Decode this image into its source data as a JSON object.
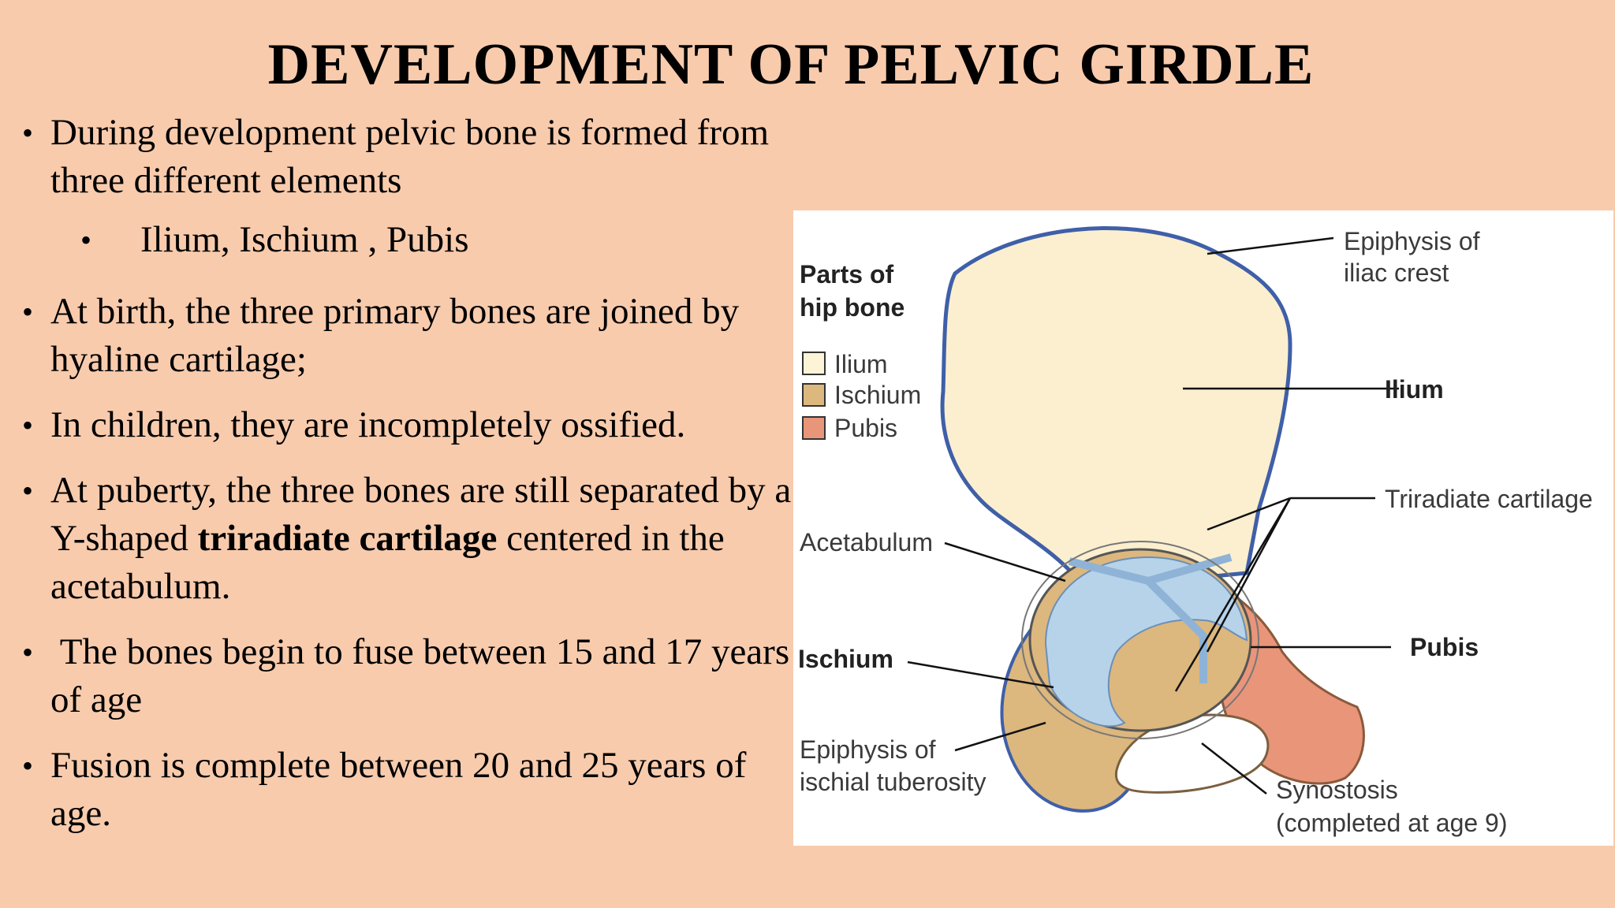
{
  "slide": {
    "title": "DEVELOPMENT OF PELVIC GIRDLE",
    "bullets": [
      {
        "text": "During development pelvic bone is formed from three different elements",
        "level": 1
      },
      {
        "text": "Ilium, Ischium , Pubis",
        "level": 2
      },
      {
        "text": "At birth, the three primary bones are joined by hyaline cartilage;",
        "level": 1
      },
      {
        "text": "In children, they are incompletely ossified.",
        "level": 1
      },
      {
        "pre": "At puberty, the three bones are still separated by a Y-shaped ",
        "bold": "triradiate cartilage",
        "post": " centered in the acetabulum.",
        "level": 1
      },
      {
        "text": " The bones begin to fuse between 15 and 17 years of age",
        "level": 1
      },
      {
        "text": "Fusion is complete between 20 and 25 years of age.",
        "level": 1
      }
    ]
  },
  "figure": {
    "legend_title_1": "Parts of",
    "legend_title_2": "hip bone",
    "legend_items": [
      {
        "label": "Ilium",
        "color": "#fdf3d6"
      },
      {
        "label": "Ischium",
        "color": "#dcb77e"
      },
      {
        "label": "Pubis",
        "color": "#e9957a"
      }
    ],
    "labels": {
      "epiphysis_iliac_1": "Epiphysis of",
      "epiphysis_iliac_2": "iliac crest",
      "ilium": "Ilium",
      "triradiate": "Triradiate cartilage",
      "acetabulum": "Acetabulum",
      "ischium": "Ischium",
      "pubis": "Pubis",
      "epiphysis_ischial_1": "Epiphysis of",
      "epiphysis_ischial_2": "ischial tuberosity",
      "synostosis_1": "Synostosis",
      "synostosis_2": "(completed at age 9)"
    },
    "colors": {
      "ilium": "#fbefcf",
      "ischium": "#dcb77e",
      "pubis": "#e9957a",
      "cartilage": "#b7d3ea",
      "outline": "#3f5fa8"
    }
  }
}
